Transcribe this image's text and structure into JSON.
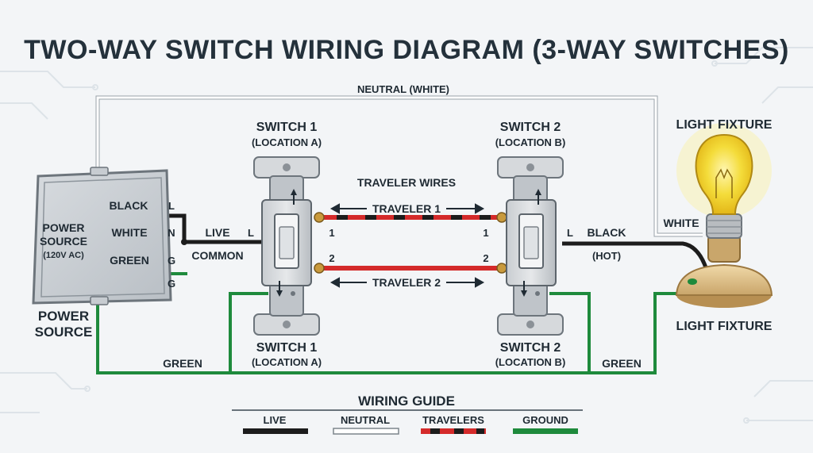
{
  "title": "TWO-WAY SWITCH WIRING DIAGRAM (3-WAY SWITCHES)",
  "neutral_label": "NEUTRAL (WHITE)",
  "power_source": {
    "box_line1": "POWER",
    "box_line2": "SOURCE",
    "box_line3": "(120V AC)",
    "caption_line1": "POWER",
    "caption_line2": "SOURCE",
    "wire_black": "BLACK",
    "wire_white": "WHITE",
    "wire_green": "GREEN",
    "term_l": "L",
    "term_n": "N",
    "term_g1": "G",
    "term_g2": "G"
  },
  "switch1": {
    "top_name": "SWITCH 1",
    "top_loc": "(LOCATION A)",
    "bottom_name": "SWITCH 1",
    "bottom_loc": "(LOCATION A)",
    "term_l": "L",
    "term_1": "1",
    "term_2": "2",
    "live_label": "LIVE",
    "common_label": "COMMON"
  },
  "switch2": {
    "top_name": "SWITCH 2",
    "top_loc": "(LOCATION B)",
    "bottom_name": "SWITCH 2",
    "bottom_loc": "(LOCATION B)",
    "term_l": "L",
    "term_1": "1",
    "term_2": "2",
    "black_label": "BLACK",
    "hot_label": "(HOT)"
  },
  "travelers": {
    "heading": "TRAVELER WIRES",
    "t1": "TRAVELER 1",
    "t2": "TRAVELER 2"
  },
  "fixture": {
    "top_label": "LIGHT FIXTURE",
    "bottom_label": "LIGHT FIXTURE",
    "white_label": "WHITE"
  },
  "ground": {
    "green_left": "GREEN",
    "green_right": "GREEN"
  },
  "legend": {
    "title": "WIRING GUIDE",
    "items": [
      {
        "label": "LIVE",
        "color": "#1c1c1c"
      },
      {
        "label": "NEUTRAL",
        "color": "#ffffff"
      },
      {
        "label": "TRAVELERS",
        "color": "#d42a2a"
      },
      {
        "label": "GROUND",
        "color": "#1e8a3c"
      }
    ]
  },
  "colors": {
    "live": "#1c1c1c",
    "neutral": "#ffffff",
    "traveler": "#d42a2a",
    "ground": "#1e8a3c",
    "bulb": "#f4dc3a"
  }
}
